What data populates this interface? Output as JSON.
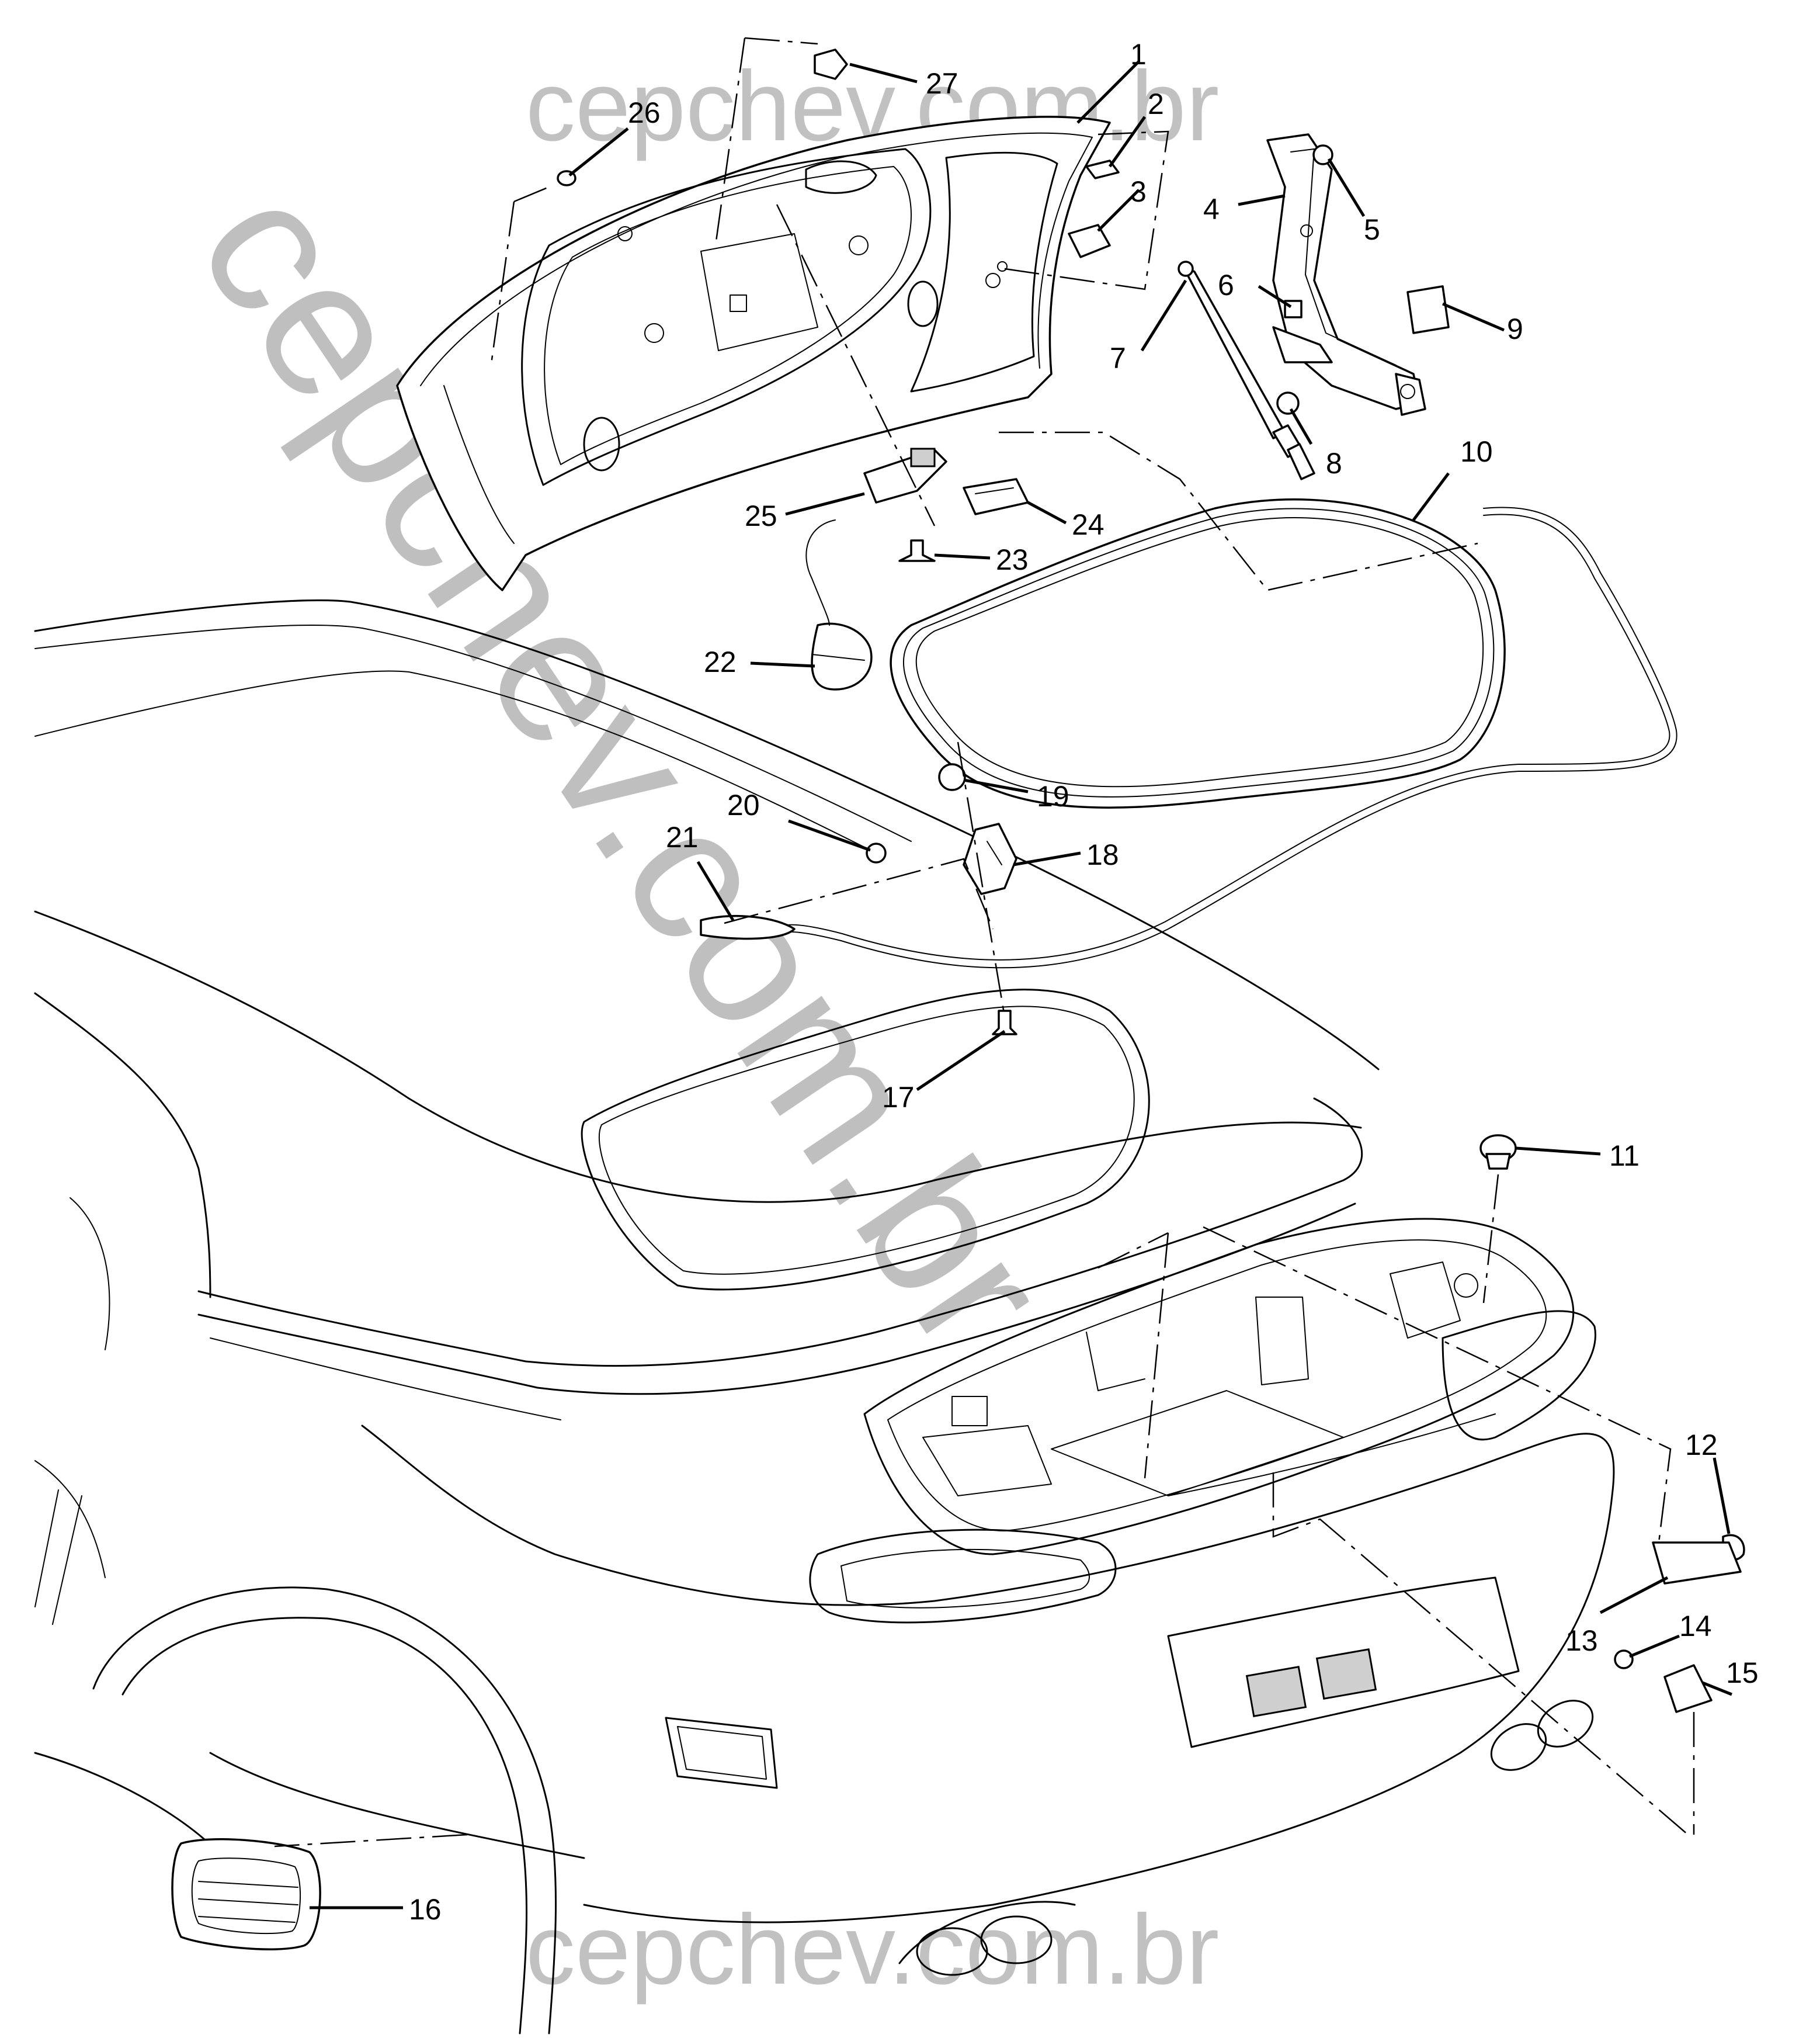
{
  "watermarks": {
    "top": "cepchev.com.br",
    "bottom": "cepchev.com.br",
    "diagonal": "cepchev.com.br"
  },
  "callouts": [
    "1",
    "2",
    "3",
    "4",
    "5",
    "6",
    "7",
    "8",
    "9",
    "10",
    "11",
    "12",
    "13",
    "14",
    "15",
    "16",
    "17",
    "18",
    "19",
    "20",
    "21",
    "22",
    "23",
    "24",
    "25",
    "26",
    "27"
  ]
}
